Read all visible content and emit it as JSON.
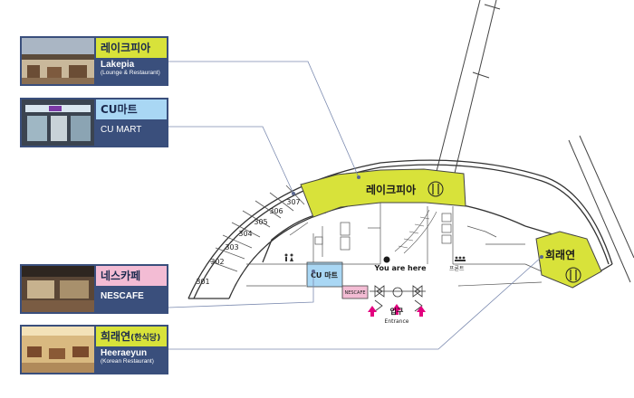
{
  "legend": [
    {
      "id": "lakepia",
      "kr": "레이크피아",
      "kr_sub": "",
      "en": "Lakepia",
      "en_sub": "(Lounge & Restaurant)",
      "accent": "#d8e23a"
    },
    {
      "id": "cu",
      "kr": "CU마트",
      "kr_sub": "",
      "en": "CU MART",
      "en_sub": "",
      "accent": "#a9d7f4"
    },
    {
      "id": "nescafe",
      "kr": "네스카페",
      "kr_sub": "",
      "en": "NESCAFE",
      "en_sub": "",
      "accent": "#f3bcd4"
    },
    {
      "id": "heeraeyun",
      "kr": "희래연",
      "kr_sub": "(한식당)",
      "en": "Heeraeyun",
      "en_sub": "(Korean Restaurant)",
      "accent": "#d8e23a"
    }
  ],
  "map": {
    "rooms": [
      "301",
      "302",
      "303",
      "304",
      "305",
      "306",
      "307"
    ],
    "lakepia_label": "레이크피아",
    "heeraeyun_label": "희래연",
    "cu_label": "CU 마트",
    "nescafe_label": "NESCAFE",
    "you_are_here": "You are here",
    "entrance_kr": "입구",
    "entrance_en": "Entrance",
    "front_desk": "프론트",
    "colors": {
      "highlight": "#d8e23a",
      "cu": "#a9d7f4",
      "nescafe": "#f3bcd4",
      "panel": "#3a4f7c",
      "arrow": "#e3007f",
      "leader": "#7c8bb0"
    }
  }
}
